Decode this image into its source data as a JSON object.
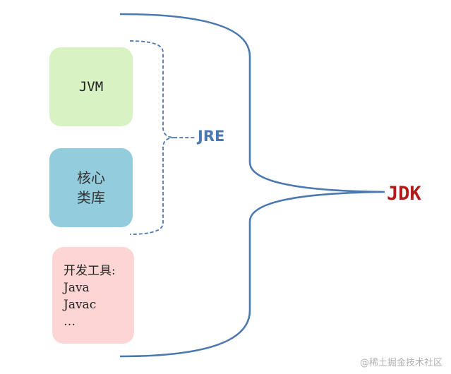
{
  "nodes": {
    "jvm": {
      "label": "JVM"
    },
    "core_library": {
      "lines": [
        "核心",
        "类库"
      ]
    },
    "dev_tools": {
      "lines": [
        "开发工具:",
        "Java",
        "Javac",
        "…"
      ]
    }
  },
  "groups": {
    "jre": {
      "label": "JRE"
    },
    "jdk": {
      "label": "JDK"
    }
  },
  "watermark": "@稀土掘金技术社区",
  "colors": {
    "jvm_box": "#d9f2c4",
    "library_box": "#93cddd",
    "tools_box": "#fcd5d4",
    "bracket": "#4a78b0",
    "jdk_text": "#b21a1a"
  }
}
